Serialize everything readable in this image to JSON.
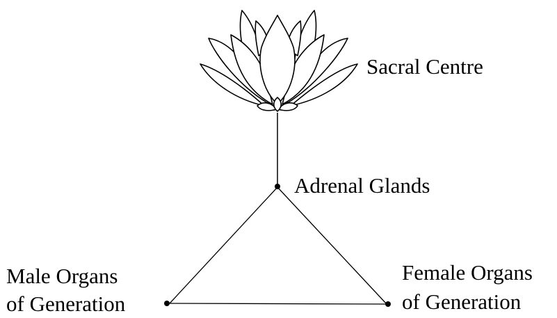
{
  "diagram": {
    "sacral_centre_label": "Sacral Centre",
    "adrenal_label": "Adrenal Glands",
    "male_label_line1": "Male Organs",
    "male_label_line2": "of Generation",
    "female_label_line1": "Female Organs",
    "female_label_line2": "of Generation",
    "line_color": "#000000",
    "background": "#ffffff",
    "lotus_icon": "lotus-flower-icon"
  }
}
